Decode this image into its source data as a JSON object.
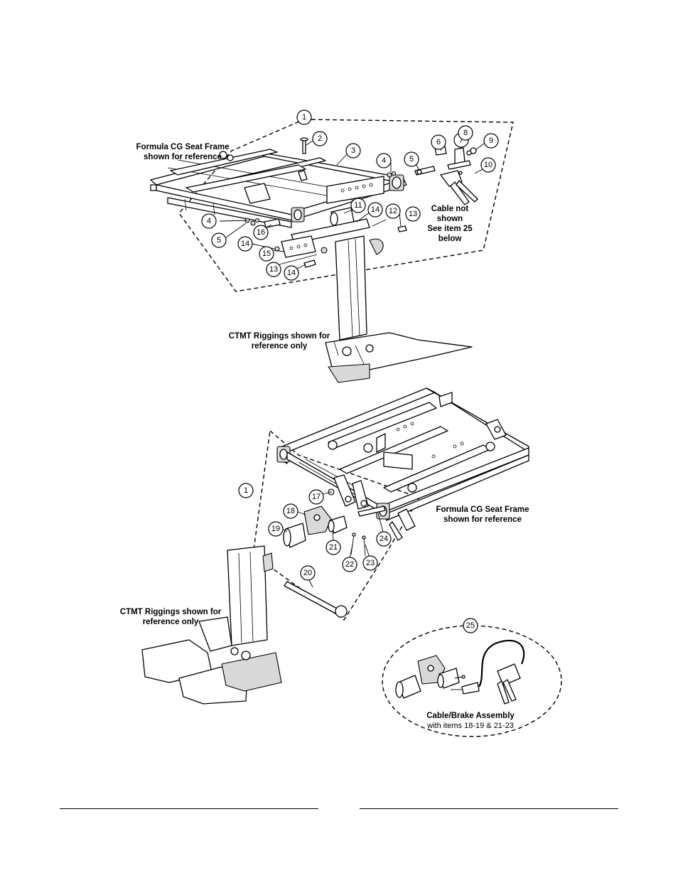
{
  "labels": {
    "top_frame_note": [
      "Formula CG Seat Frame",
      "shown for reference"
    ],
    "top_cable_note": [
      "Cable not",
      "shown",
      "See item 25",
      "below"
    ],
    "top_riggings_note": [
      "CTMT Riggings shown for",
      "reference only"
    ],
    "bottom_frame_note": [
      "Formula CG Seat Frame",
      "shown for reference"
    ],
    "bottom_riggings_note": [
      "CTMT Riggings shown for",
      "reference only"
    ],
    "cable_assembly_title": "Cable/Brake Assembly",
    "cable_assembly_sub": "with items 18-19 & 21-23"
  },
  "callouts": {
    "top": [
      "1",
      "2",
      "3",
      "4",
      "5",
      "6",
      "7",
      "8",
      "9",
      "10",
      "11",
      "14",
      "12",
      "13",
      "4",
      "5",
      "16",
      "14",
      "15",
      "13",
      "14"
    ],
    "bottom": [
      "1",
      "17",
      "18",
      "19",
      "21",
      "24",
      "22",
      "23",
      "20",
      "25"
    ]
  }
}
